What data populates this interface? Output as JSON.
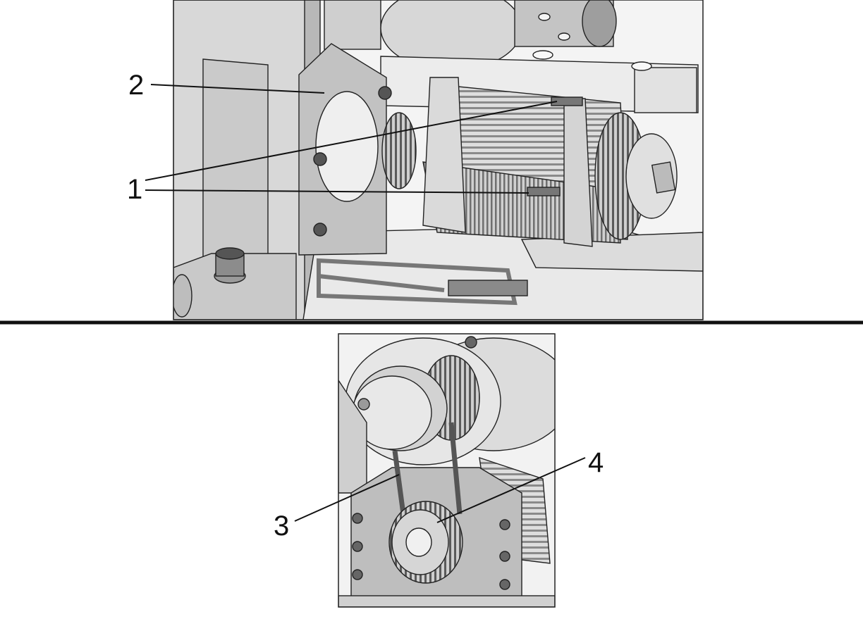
{
  "callouts": {
    "c1": "1",
    "c2": "2",
    "c3": "3",
    "c4": "4"
  },
  "colors": {
    "frame": "#d9d9d9",
    "metal_light": "#e6e6e6",
    "metal_mid": "#bdbdbd",
    "metal_dark": "#6a6a6a",
    "line": "#111111"
  }
}
